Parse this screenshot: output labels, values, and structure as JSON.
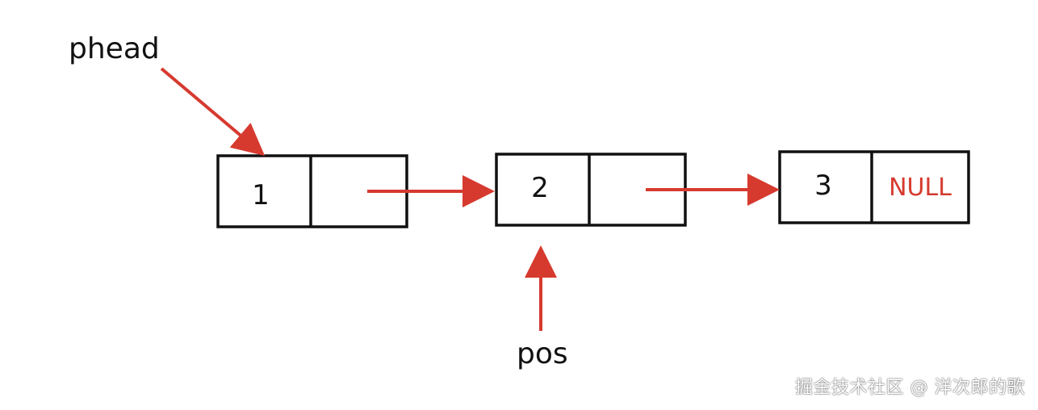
{
  "labels": {
    "head_pointer": "phead",
    "pos_pointer": "pos"
  },
  "nodes": [
    {
      "value": "1",
      "next": ""
    },
    {
      "value": "2",
      "next": ""
    },
    {
      "value": "3",
      "next": "NULL"
    }
  ],
  "watermark": "掘金技术社区 @ 洋次郎的歌",
  "colors": {
    "arrow": "#d63a2f",
    "stroke": "#111111",
    "null_text": "#d63a2f"
  }
}
